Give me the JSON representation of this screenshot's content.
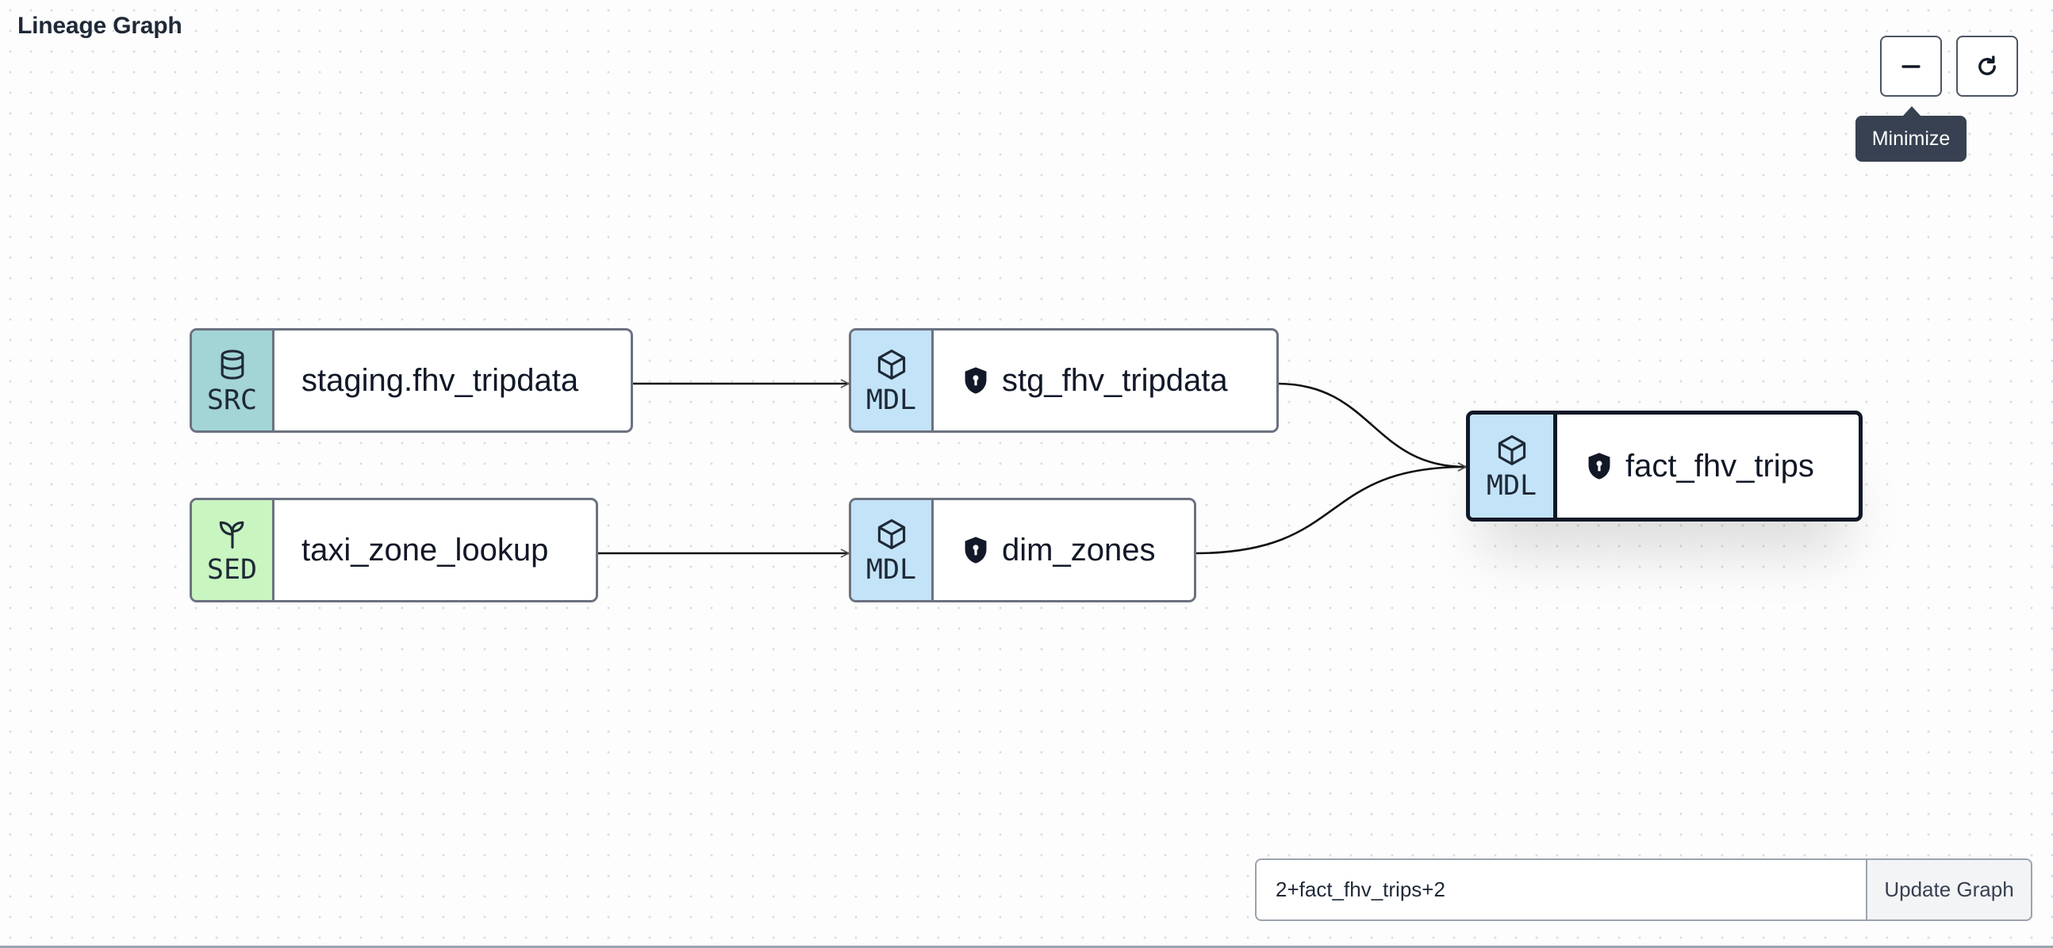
{
  "header": {
    "title": "Lineage Graph"
  },
  "controls": {
    "minimize_icon": "minus-icon",
    "refresh_icon": "refresh-icon",
    "tooltip": "Minimize"
  },
  "nodes": [
    {
      "id": "staging_fhv_tripdata",
      "type": "SRC",
      "icon": "database-icon",
      "label": "staging.fhv_tripdata",
      "locked": false,
      "color": "#a3d4d6"
    },
    {
      "id": "taxi_zone_lookup",
      "type": "SED",
      "icon": "sprout-icon",
      "label": "taxi_zone_lookup",
      "locked": false,
      "color": "#c8f5c0"
    },
    {
      "id": "stg_fhv_tripdata",
      "type": "MDL",
      "icon": "cube-icon",
      "label": "stg_fhv_tripdata",
      "locked": true,
      "color": "#c3e3f8"
    },
    {
      "id": "dim_zones",
      "type": "MDL",
      "icon": "cube-icon",
      "label": "dim_zones",
      "locked": true,
      "color": "#c3e3f8"
    },
    {
      "id": "fact_fhv_trips",
      "type": "MDL",
      "icon": "cube-icon",
      "label": "fact_fhv_trips",
      "locked": true,
      "selected": true,
      "color": "#c3e3f8"
    }
  ],
  "edges": [
    {
      "from": "staging_fhv_tripdata",
      "to": "stg_fhv_tripdata"
    },
    {
      "from": "taxi_zone_lookup",
      "to": "dim_zones"
    },
    {
      "from": "stg_fhv_tripdata",
      "to": "fact_fhv_trips"
    },
    {
      "from": "dim_zones",
      "to": "fact_fhv_trips"
    }
  ],
  "query": {
    "value": "2+fact_fhv_trips+2",
    "button_label": "Update Graph"
  }
}
